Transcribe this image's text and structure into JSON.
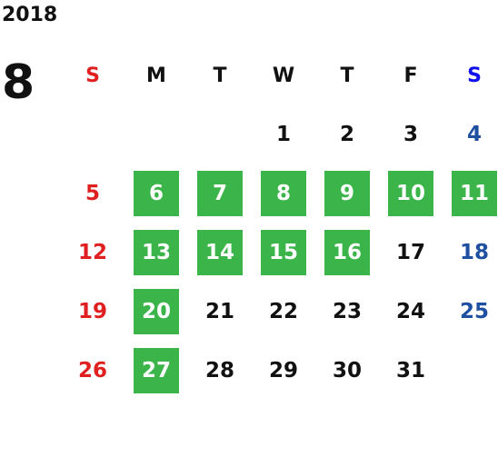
{
  "year": "2018",
  "month": "8",
  "colors": {
    "sunday": "#e02020",
    "saturday": "#1f4fa0",
    "saturday_header": "#1010ee",
    "weekday": "#111111",
    "highlight_bg": "#3bb54a",
    "highlight_text": "#ffffff"
  },
  "weekdays": [
    "S",
    "M",
    "T",
    "W",
    "T",
    "F",
    "S"
  ],
  "weeks": [
    [
      "",
      "",
      "",
      "1",
      "2",
      "3",
      "4"
    ],
    [
      "5",
      "6",
      "7",
      "8",
      "9",
      "10",
      "11"
    ],
    [
      "12",
      "13",
      "14",
      "15",
      "16",
      "17",
      "18"
    ],
    [
      "19",
      "20",
      "21",
      "22",
      "23",
      "24",
      "25"
    ],
    [
      "26",
      "27",
      "28",
      "29",
      "30",
      "31",
      ""
    ]
  ],
  "highlighted_days": [
    "6",
    "7",
    "8",
    "9",
    "10",
    "11",
    "13",
    "14",
    "15",
    "16",
    "20",
    "27"
  ]
}
